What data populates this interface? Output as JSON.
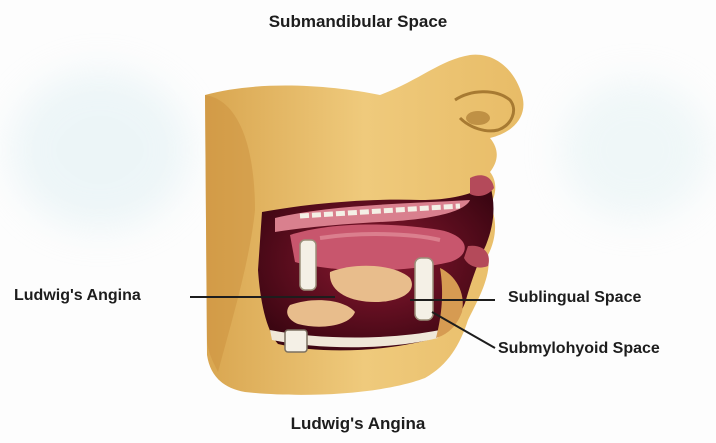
{
  "diagram": {
    "title": "Submandibular Space",
    "caption": "Ludwig's Angina",
    "labels": {
      "left": "Ludwig's Angina",
      "right_upper": "Sublingual Space",
      "right_lower": "Submylohyoid Space"
    }
  },
  "colors": {
    "skin": "#e9c06a",
    "skin_shadow": "#c98f3c",
    "mouth_interior": "#6e1024",
    "tongue": "#c8566d",
    "gum": "#e08a96",
    "gland": "#e8bd8c",
    "leader_line": "#1d1d1d"
  }
}
